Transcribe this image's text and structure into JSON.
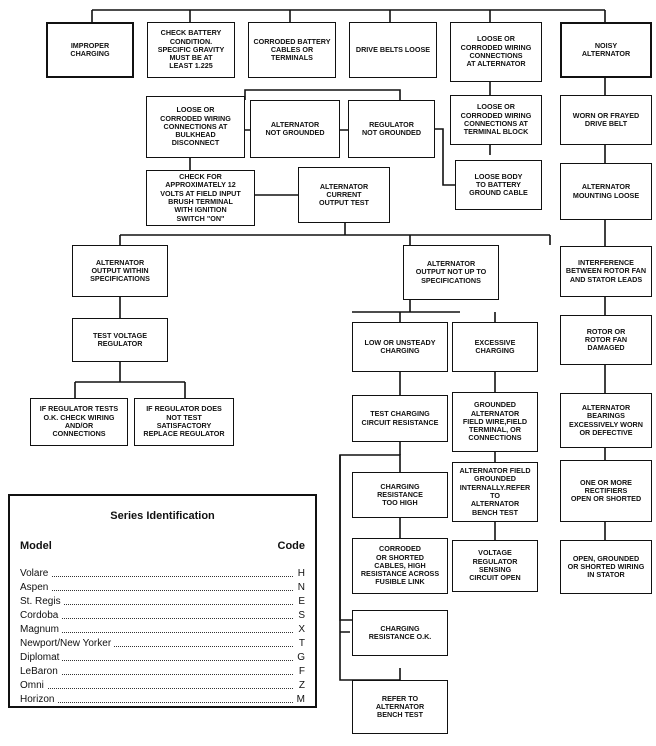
{
  "flowchart": {
    "left": {
      "improper_charging": "IMPROPER\nCHARGING",
      "check_battery": "CHECK BATTERY\nCONDITION.\nSPECIFIC GRAVITY\nMUST BE AT\nLEAST 1.225",
      "corroded_battery_cables": "CORRODED BATTERY\nCABLES OR\nTERMINALS",
      "drive_belts_loose": "DRIVE BELTS LOOSE",
      "loose_wiring_alternator": "LOOSE OR\nCORRODED WIRING\nCONNECTIONS\nAT ALTERNATOR",
      "loose_wiring_bulkhead": "LOOSE OR\nCORRODED WIRING\nCONNECTIONS AT\nBULKHEAD\nDISCONNECT",
      "alternator_not_grounded": "ALTERNATOR\nNOT GROUNDED",
      "regulator_not_grounded": "REGULATOR\nNOT GROUNDED",
      "loose_wiring_terminal_block": "LOOSE OR\nCORRODED WIRING\nCONNECTIONS AT\nTERMINAL BLOCK",
      "check_12_volts": "CHECK FOR\nAPPROXIMATELY 12\nVOLTS AT FIELD INPUT\nBRUSH TERMINAL\nWITH IGNITION\nSWITCH \"ON\"",
      "alternator_current_output_test": "ALTERNATOR\nCURRENT\nOUTPUT TEST",
      "loose_body_ground_cable": "LOOSE BODY\nTO BATTERY\nGROUND CABLE",
      "output_within_specs": "ALTERNATOR\nOUTPUT WITHIN\nSPECIFICATIONS",
      "output_not_up_to_specs": "ALTERNATOR\nOUTPUT NOT UP TO\nSPECIFICATIONS",
      "test_voltage_regulator": "TEST VOLTAGE\nREGULATOR",
      "regulator_tests_ok": "IF REGULATOR TESTS\nO.K. CHECK WIRING\nAND/OR\nCONNECTIONS",
      "regulator_not_test_satisfactory": "IF REGULATOR DOES\nNOT TEST\nSATISFACTORY\nREPLACE REGULATOR",
      "low_or_unsteady_charging": "LOW OR UNSTEADY\nCHARGING",
      "excessive_charging": "EXCESSIVE\nCHARGING",
      "test_charging_circuit_resistance": "TEST CHARGING\nCIRCUIT RESISTANCE",
      "grounded_alternator_field_wire": "GROUNDED\nALTERNATOR\nFIELD WIRE,FIELD\nTERMINAL, OR\nCONNECTIONS",
      "charging_resistance_too_high": "CHARGING\nRESISTANCE\nTOO HIGH",
      "alternator_field_grounded_internally": "ALTERNATOR FIELD\nGROUNDED\nINTERNALLY.REFER TO\nALTERNATOR\nBENCH TEST",
      "corroded_or_shorted_cables": "CORRODED\nOR SHORTED\nCABLES, HIGH\nRESISTANCE ACROSS\nFUSIBLE LINK",
      "voltage_regulator_sensing_open": "VOLTAGE REGULATOR\nSENSING\nCIRCUIT OPEN",
      "charging_resistance_ok": "CHARGING\nRESISTANCE O.K.",
      "refer_to_bench_test": "REFER TO\nALTERNATOR\nBENCH TEST"
    },
    "right": {
      "noisy_alternator": "NOISY\nALTERNATOR",
      "worn_drive_belt": "WORN OR FRAYED\nDRIVE BELT",
      "mounting_loose": "ALTERNATOR\nMOUNTING LOOSE",
      "interference_rotor_fan": "INTERFERENCE\nBETWEEN ROTOR FAN\nAND STATOR LEADS",
      "rotor_fan_damaged": "ROTOR OR\nROTOR FAN\nDAMAGED",
      "bearings_worn": "ALTERNATOR\nBEARINGS\nEXCESSIVELY WORN\nOR DEFECTIVE",
      "rectifiers_open_shorted": "ONE OR MORE\nRECTIFIERS\nOPEN OR SHORTED",
      "stator_wiring": "OPEN, GROUNDED\nOR SHORTED WIRING\nIN STATOR"
    }
  },
  "series_identification": {
    "title": "Series Identification",
    "model_header": "Model",
    "code_header": "Code",
    "rows": [
      {
        "model": "Volare",
        "code": "H"
      },
      {
        "model": "Aspen",
        "code": "N"
      },
      {
        "model": "St. Regis",
        "code": "E"
      },
      {
        "model": "Cordoba",
        "code": "S"
      },
      {
        "model": "Magnum",
        "code": "X"
      },
      {
        "model": "Newport/New Yorker",
        "code": "T"
      },
      {
        "model": "Diplomat",
        "code": "G"
      },
      {
        "model": "LeBaron",
        "code": "F"
      },
      {
        "model": "Omni",
        "code": "Z"
      },
      {
        "model": "Horizon",
        "code": "M"
      }
    ]
  }
}
